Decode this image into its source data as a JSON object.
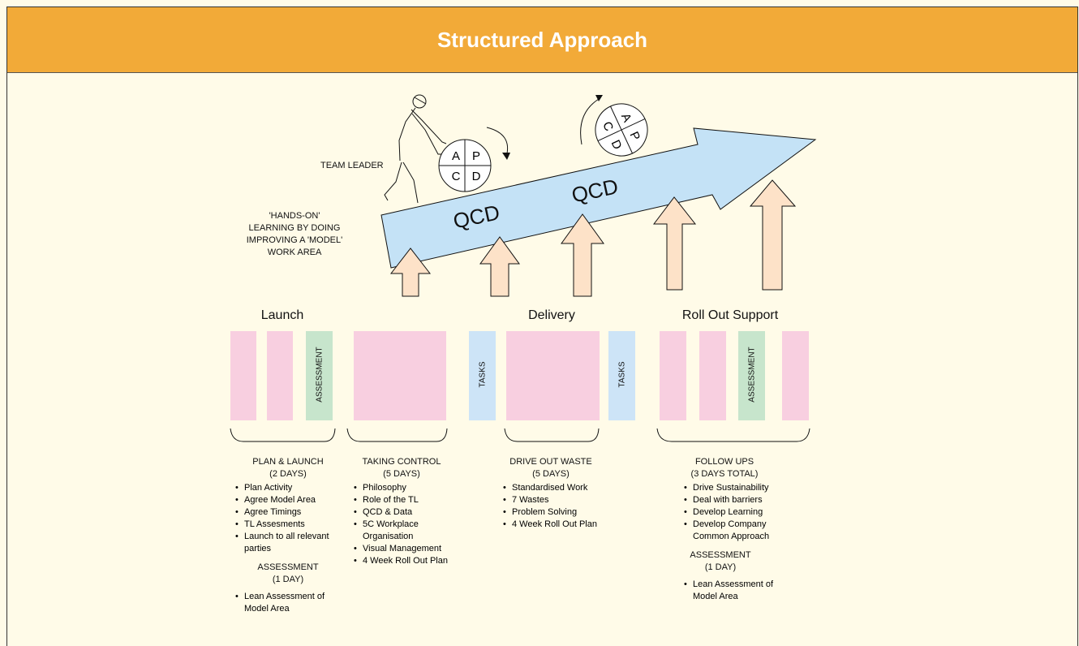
{
  "title": "Structured Approach",
  "labels": {
    "team_leader": "TEAM LEADER",
    "hands_on": [
      "'HANDS-ON'",
      "LEARNING BY DOING",
      "IMPROVING A 'MODEL'",
      "WORK AREA"
    ],
    "qcd_1": "QCD",
    "qcd_2": "QCD",
    "pdca_left": {
      "a": "A",
      "p": "P",
      "c": "C",
      "d": "D"
    },
    "pdca_right": {
      "a": "A",
      "p": "P",
      "c": "C",
      "d": "D"
    }
  },
  "phases": {
    "launch": "Launch",
    "delivery": "Delivery",
    "rollout": "Roll Out Support"
  },
  "block_labels": {
    "assessment_1": "ASSESSMENT",
    "tasks_1": "TASKS",
    "tasks_2": "TASKS",
    "assessment_2": "ASSESSMENT"
  },
  "sections": {
    "plan_launch": {
      "heading": [
        "PLAN & LAUNCH",
        "(2 DAYS)"
      ],
      "items": [
        "Plan Activity",
        "Agree Model Area",
        "Agree Timings",
        "TL Assesments",
        "Launch to all relevant parties"
      ],
      "sub_heading": [
        "ASSESSMENT",
        "(1 DAY)"
      ],
      "sub_items": [
        "Lean Assessment of Model Area"
      ]
    },
    "taking_control": {
      "heading": [
        "TAKING CONTROL",
        "(5 DAYS)"
      ],
      "items": [
        "Philosophy",
        "Role of the TL",
        "QCD & Data",
        "5C Workplace Organisation",
        "Visual Management",
        "4 Week Roll Out Plan"
      ]
    },
    "drive_out_waste": {
      "heading": [
        "DRIVE OUT WASTE",
        "(5 DAYS)"
      ],
      "items": [
        "Standardised Work",
        "7 Wastes",
        "Problem Solving",
        "4 Week Roll Out Plan"
      ]
    },
    "follow_ups": {
      "heading": [
        "FOLLOW UPS",
        "(3 DAYS TOTAL)"
      ],
      "items": [
        "Drive Sustainability",
        "Deal with barriers",
        "Develop Learning",
        "Develop Company Common Approach"
      ],
      "sub_heading": [
        "ASSESSMENT",
        "(1 DAY)"
      ],
      "sub_items": [
        "Lean Assessment of Model Area"
      ]
    }
  },
  "colors": {
    "header": "#f2aa38",
    "background": "#fffbe8",
    "pink_block": "#f8cfe0",
    "blue_block": "#cde4f7",
    "green_block": "#c7e5cc",
    "main_arrow": "#c4e2f6",
    "up_arrow": "#fde2c8"
  }
}
